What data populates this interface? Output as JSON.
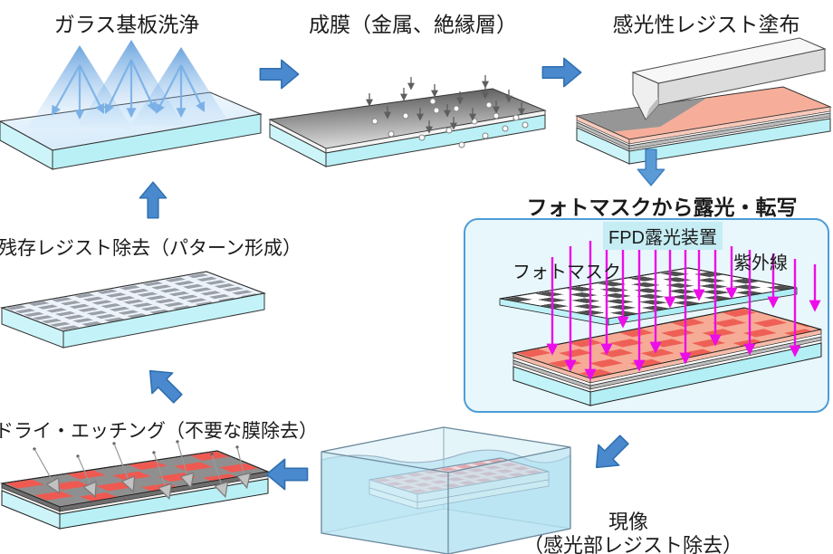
{
  "colors": {
    "flow_arrow_blue": "#4A89CE",
    "exposure_box_border": "#4E9CD6",
    "exposure_box_fill": "#E8F7FB",
    "equipment_label_bg": "#C6EDF4",
    "uv_magenta": "#EC0DE8",
    "glass_cyan": "#C2F3F8",
    "resist_salmon": "#F6AB96",
    "exposed_red": "#EE6056",
    "metal_gray": "#8F8F8F"
  },
  "steps": {
    "clean": {
      "title": "ガラス基板洗浄"
    },
    "deposition": {
      "title": "成膜（金属、絶縁層）"
    },
    "resist_coat": {
      "title": "感光性レジスト塗布"
    },
    "exposure": {
      "title": "フォトマスクから露光・転写",
      "equipment_label": "FPD露光装置",
      "photomask_label": "フォトマスク",
      "uv_label": "紫外線"
    },
    "development": {
      "title": "現像",
      "subtitle": "（感光部レジスト除去）"
    },
    "dry_etching": {
      "title": "ドライ・エッチング（不要な膜除去）"
    },
    "resist_strip": {
      "title": "残存レジスト除去（パターン形成）"
    }
  }
}
